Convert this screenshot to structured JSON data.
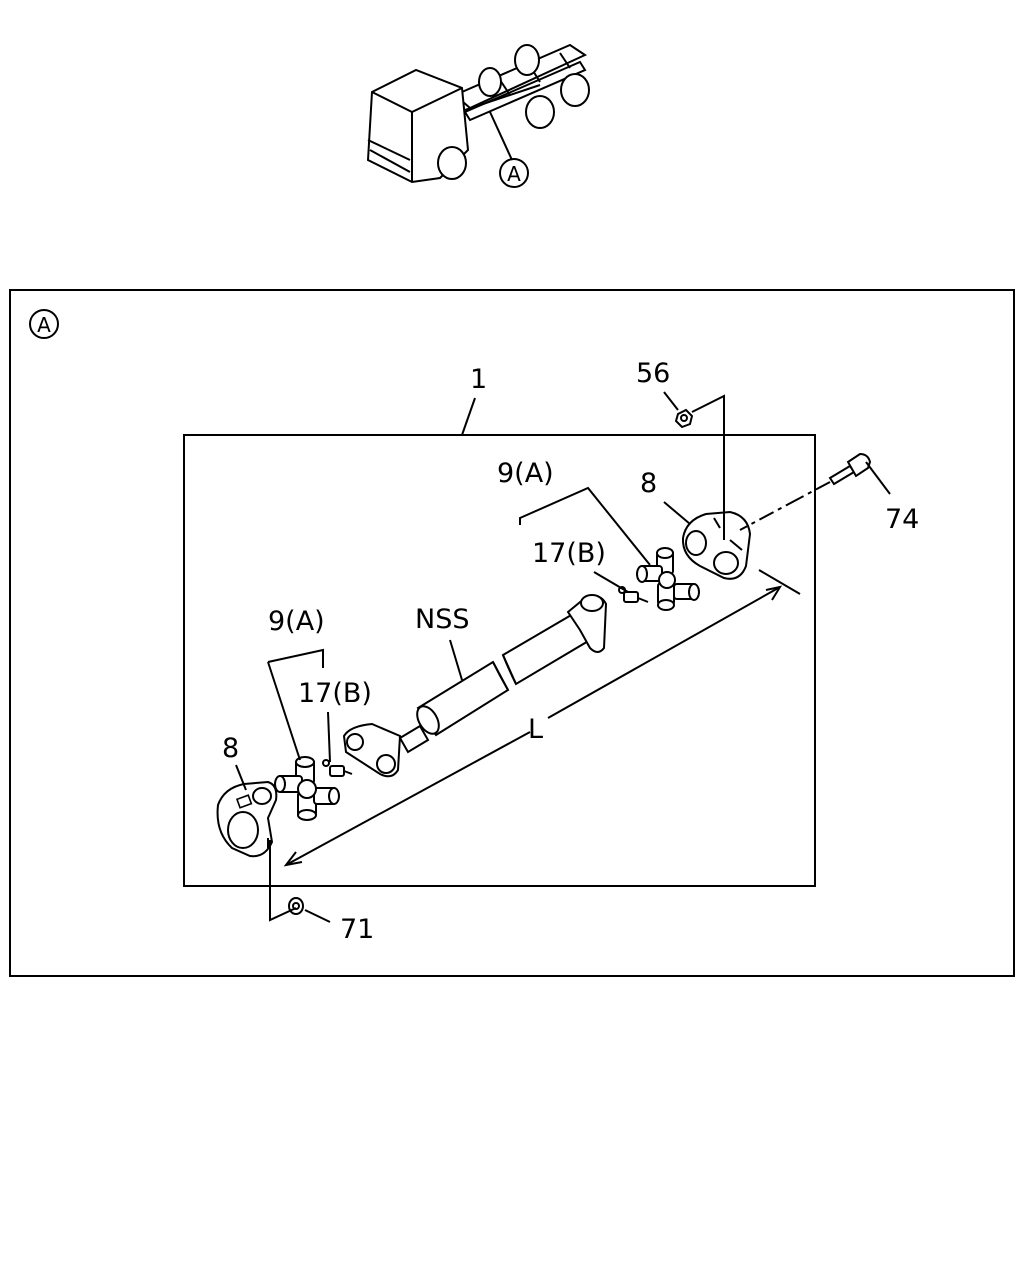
{
  "callouts": {
    "overview_ref": "A",
    "detail_ref": "A",
    "assembly": "1",
    "nut": "56",
    "bolt": "74",
    "yoke_right": "8",
    "yoke_left": "8",
    "joint_right": "9(A)",
    "joint_left": "9(A)",
    "fitting_right": "17(B)",
    "fitting_left": "17(B)",
    "shaft": "NSS",
    "length": "L",
    "washer": "71"
  }
}
